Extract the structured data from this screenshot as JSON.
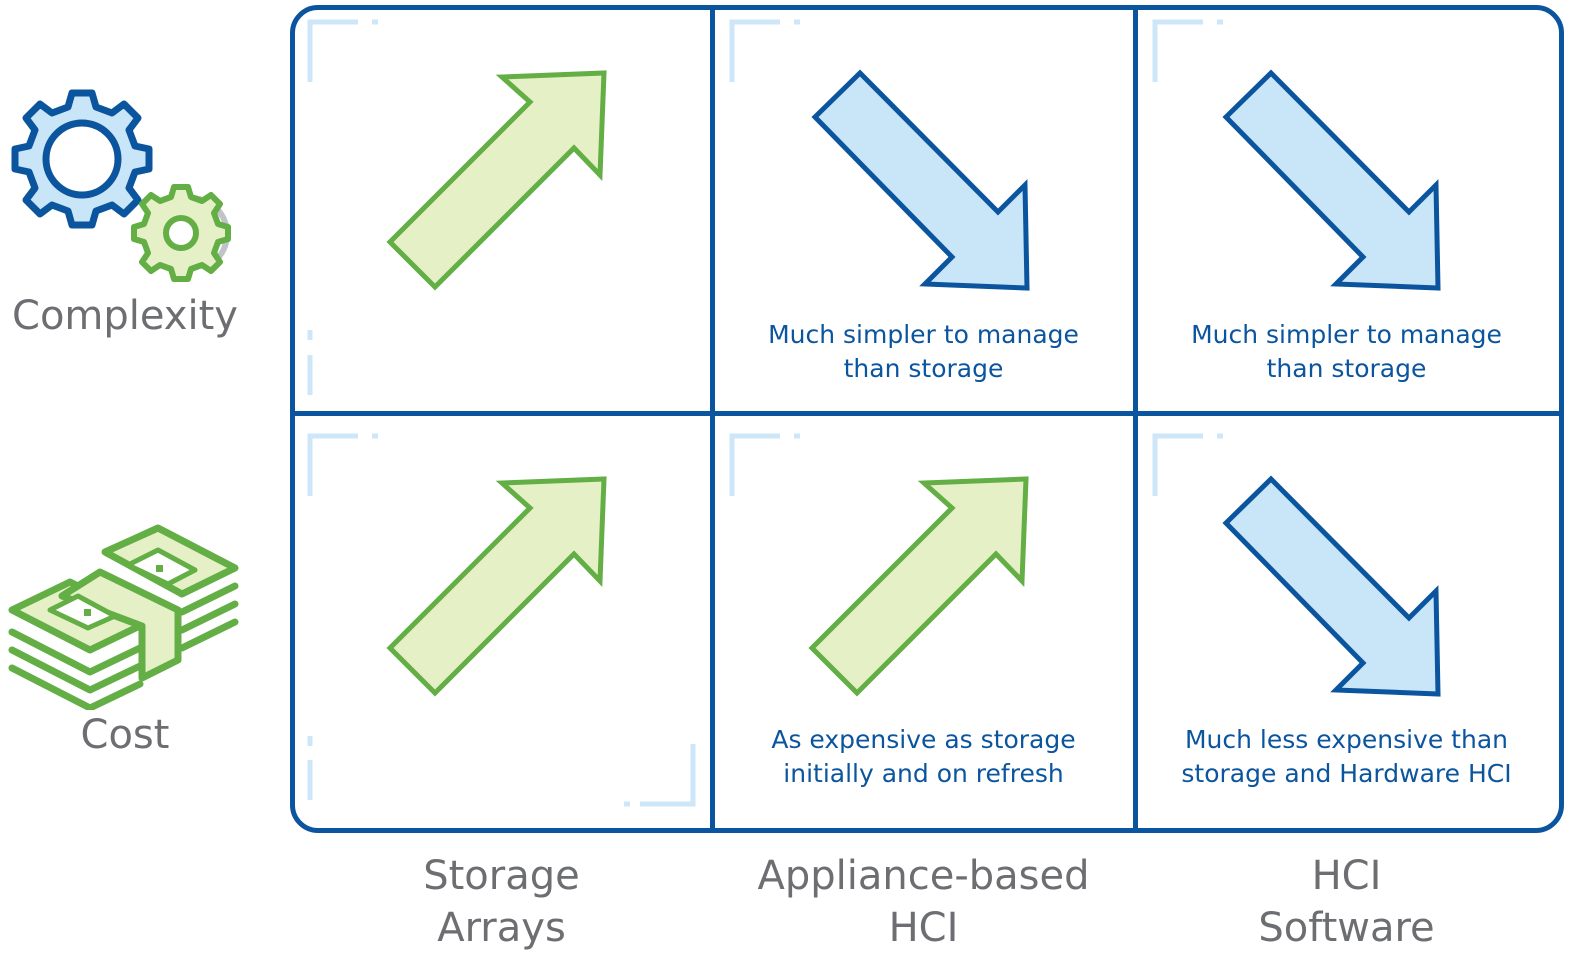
{
  "rows": [
    {
      "label": "Complexity",
      "icon": "gears-icon"
    },
    {
      "label": "Cost",
      "icon": "money-stack-icon"
    }
  ],
  "columns": [
    {
      "line1": "Storage",
      "line2": "Arrays"
    },
    {
      "line1": "Appliance-based",
      "line2": "HCI"
    },
    {
      "line1": "HCI",
      "line2": "Software"
    }
  ],
  "cells": {
    "complexity": [
      {
        "trend": "up",
        "line1": "",
        "line2": ""
      },
      {
        "trend": "down",
        "line1": "Much simpler to manage",
        "line2": "than storage"
      },
      {
        "trend": "down",
        "line1": "Much simpler to manage",
        "line2": "than storage"
      }
    ],
    "cost": [
      {
        "trend": "up",
        "line1": "",
        "line2": ""
      },
      {
        "trend": "up",
        "line1": "As expensive as storage",
        "line2": "initially and on refresh"
      },
      {
        "trend": "down",
        "line1": "Much less expensive than",
        "line2": "storage and Hardware HCI"
      }
    ]
  },
  "colors": {
    "blue": "#0b559f",
    "blue_fill": "#c9e5f8",
    "green": "#63ae45",
    "green_fill": "#e5f0c6",
    "gray_text": "#6d6e71"
  }
}
